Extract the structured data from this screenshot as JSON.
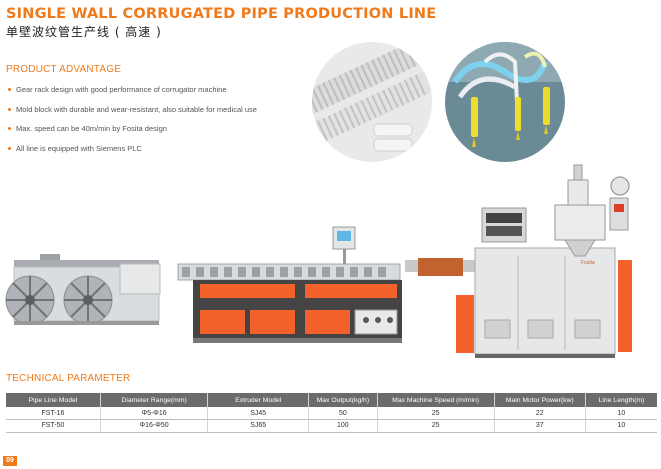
{
  "title_en": "SINGLE WALL CORRUGATED PIPE PRODUCTION LINE",
  "title_cn": "单壁波纹管生产线 ( 高速 )",
  "product_advantage": {
    "heading": "PRODUCT ADVANTAGE",
    "items": [
      "Gear rack design with good performance of corrugator machine",
      "Mold block with durable and wear-resistant, also suitable for medical use",
      "Max. speed can be 40m/min by Fosita design",
      "All line is equipped with Siemens PLC"
    ]
  },
  "machine": {
    "brand_label": "Fosita"
  },
  "technical_parameter": {
    "heading": "TECHNICAL PARAMETER",
    "columns": [
      "Pipe Line Model",
      "Diameter Range(mm)",
      "Extruder Model",
      "Max Output(kg/h)",
      "Max Machine Speed (m/min)",
      "Main Motor Power(kw)",
      "Line Length(m)"
    ],
    "rows": [
      [
        "FST-16",
        "Φ5-Φ16",
        "SJ45",
        "50",
        "25",
        "22",
        "10"
      ],
      [
        "FST-50",
        "Φ16-Φ50",
        "SJ65",
        "100",
        "25",
        "37",
        "10"
      ]
    ]
  },
  "page_number": "09",
  "colors": {
    "accent": "#f07a1a",
    "table_header": "#6b6b6b",
    "machine_orange": "#f2622a"
  }
}
